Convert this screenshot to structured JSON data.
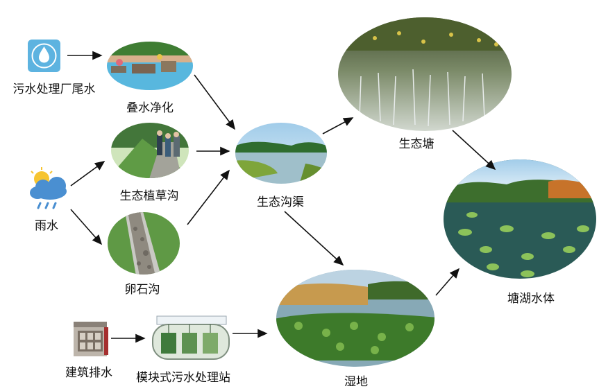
{
  "labels": {
    "effluent": "污水处理厂尾水",
    "cascade": "叠水净化",
    "rain": "雨水",
    "swale": "生态植草沟",
    "pebble": "卵石沟",
    "building": "建筑排水",
    "station": "模块式污水处理站",
    "channel": "生态沟渠",
    "pond": "生态塘",
    "wetland": "湿地",
    "lake": "塘湖水体"
  },
  "icons": {
    "effluent": "water-drop-icon",
    "rain": "rain-cloud-sun-icon",
    "building": "building-icon",
    "station": "treatment-tank-icon"
  },
  "colors": {
    "arrow": "#111111",
    "text": "#111111",
    "water": "#6fa9c9",
    "grass": "#4f8f3a",
    "sky": "#b9d9ef"
  }
}
